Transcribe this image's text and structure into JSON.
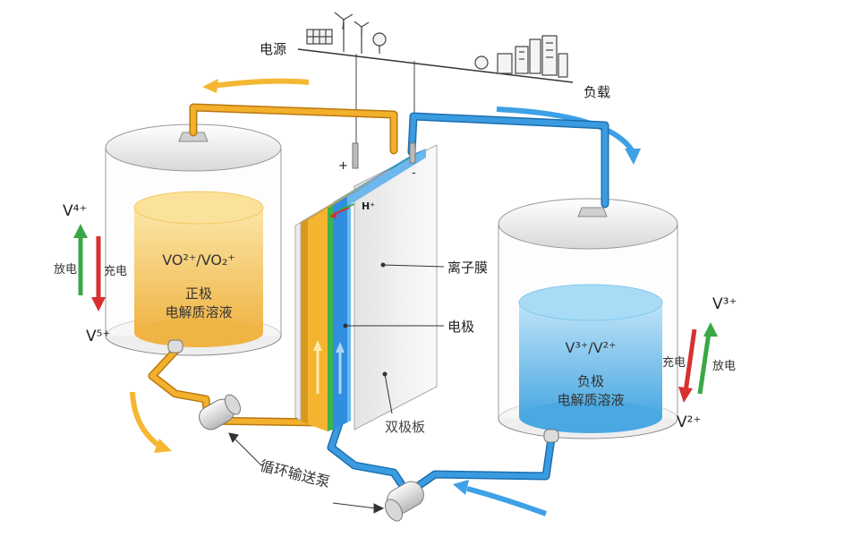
{
  "power_source": "电源",
  "load": "负载",
  "membrane": "离子膜",
  "electrode": "电极",
  "bipolar_plate": "双极板",
  "pump": "循环输送泵",
  "plus_sign": "+",
  "minus_sign": "-",
  "proton": "H⁺",
  "left_tank": {
    "couple": "VO²⁺/VO₂⁺",
    "name_line1": "正极",
    "name_line2": "电解质溶液",
    "ion_top": "V⁴⁺",
    "ion_bottom": "V⁵⁺",
    "discharge": "放电",
    "charge": "充电"
  },
  "right_tank": {
    "couple": "V³⁺/V²⁺",
    "name_line1": "负极",
    "name_line2": "电解质溶液",
    "ion_top": "V³⁺",
    "ion_bottom": "V²⁺",
    "charge": "充电",
    "discharge": "放电"
  },
  "colors": {
    "positive_electrolyte": "#f2c35a",
    "negative_electrolyte": "#6bb8e8",
    "orange_pipe": "#e8a020",
    "blue_pipe": "#2a8fd8",
    "membrane_green": "#3ab34a",
    "up_arrow": "#3aa845",
    "down_arrow": "#d83030"
  }
}
